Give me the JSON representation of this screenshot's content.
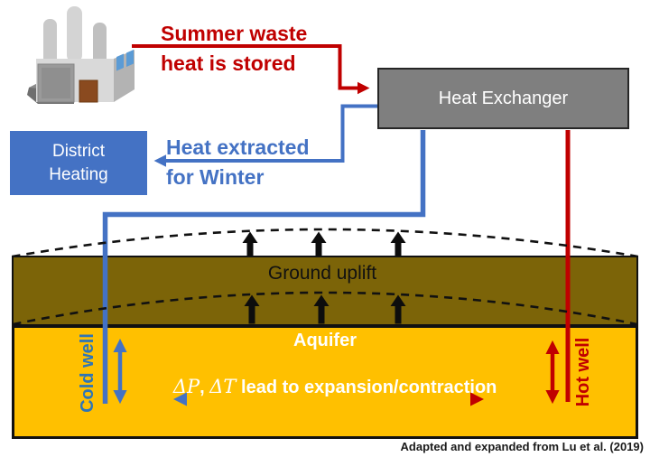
{
  "colors": {
    "red": "#C00000",
    "blue": "#4472C4",
    "cold_text_blue": "#2E75B6",
    "ground_brown": "#7C6408",
    "aquifer_amber": "#FFC000",
    "exchanger_gray": "#7F7F7F",
    "district_blue": "#4472C4"
  },
  "labels": {
    "summer_flow": "Summer waste\nheat is stored",
    "winter_flow": "Heat extracted\nfor Winter",
    "heat_exchanger": "Heat Exchanger",
    "district_heating": "District\nHeating",
    "ground_uplift": "Ground uplift",
    "aquifer_title": "Aquifer",
    "aquifer_eq_dp": "ΔP",
    "aquifer_eq_sep": ", ",
    "aquifer_eq_dt": "ΔT",
    "aquifer_eq_rest": " lead to expansion/contraction",
    "cold_well": "Cold well",
    "hot_well": "Hot well",
    "attribution": "Adapted and expanded from Lu et al. (2019)"
  }
}
